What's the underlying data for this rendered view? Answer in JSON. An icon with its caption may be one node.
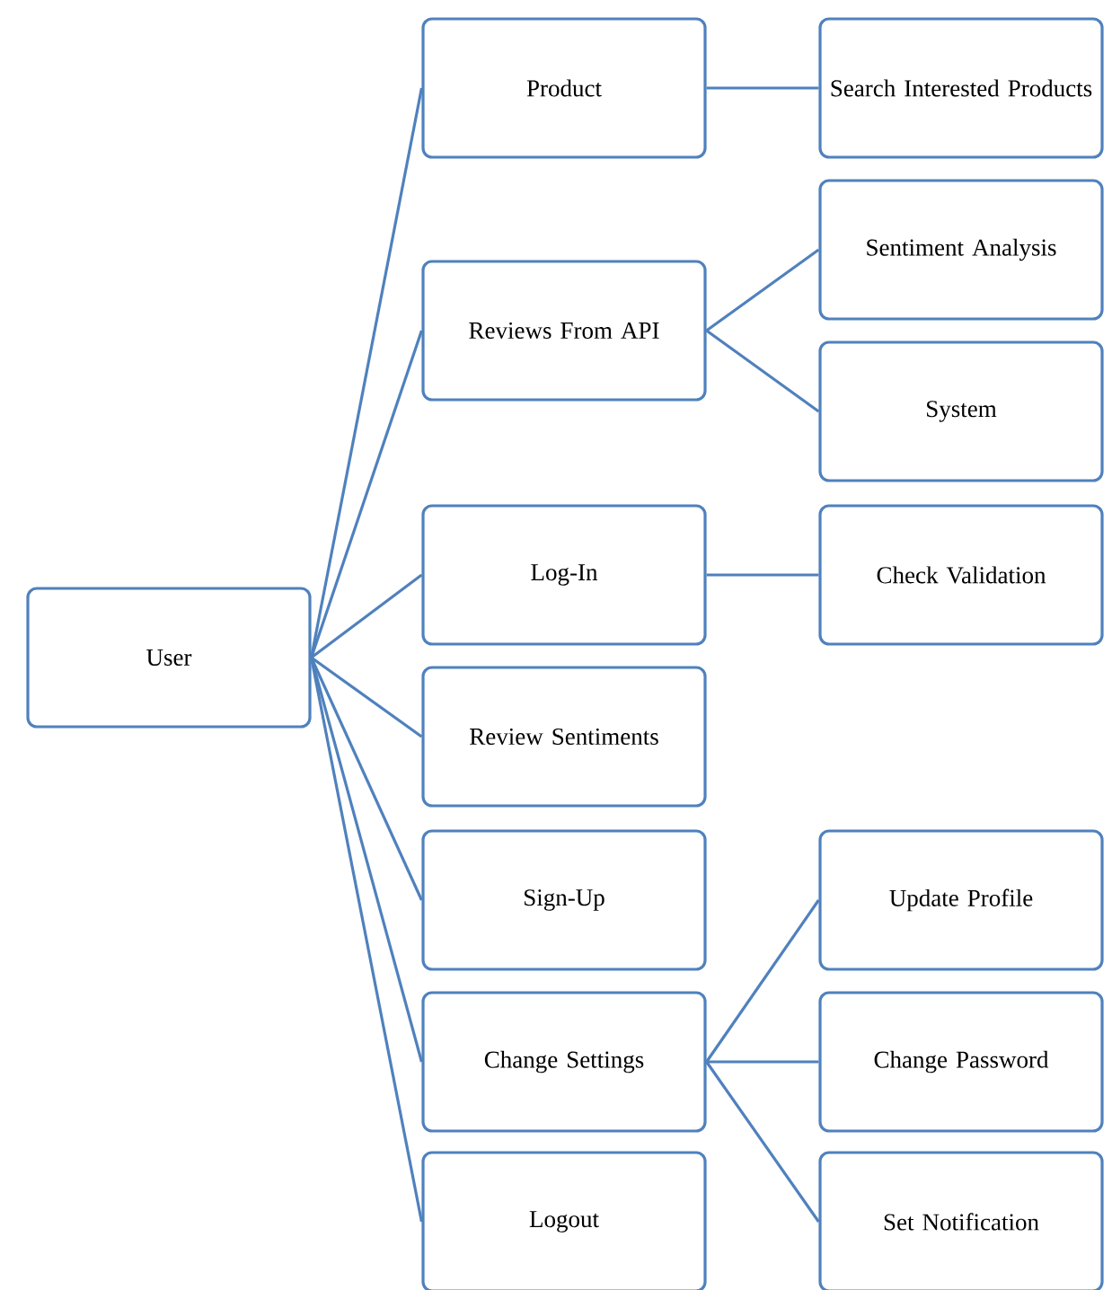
{
  "diagram": {
    "nodes": [
      {
        "text": [
          "User"
        ]
      },
      {
        "text": [
          "Product"
        ]
      },
      {
        "text": [
          "Reviews From API"
        ]
      },
      {
        "text": [
          "Log-In"
        ]
      },
      {
        "text": [
          "Review Sentiments"
        ]
      },
      {
        "text": [
          "Sign-Up"
        ]
      },
      {
        "text": [
          "Change Settings"
        ]
      },
      {
        "text": [
          "Logout"
        ]
      },
      {
        "text": [
          "Search Interested Products"
        ]
      },
      {
        "text": [
          "Sentiment Analysis"
        ]
      },
      {
        "text": [
          "System"
        ]
      },
      {
        "text": [
          "Check Validation"
        ]
      },
      {
        "text": [
          "Update Profile"
        ]
      },
      {
        "text": [
          "Change Password"
        ]
      },
      {
        "text": [
          "Set Notification"
        ]
      }
    ],
    "edges": [
      {
        "from": 0,
        "to": 1,
        "arrow": "none"
      },
      {
        "from": 0,
        "to": 2,
        "arrow": "none"
      },
      {
        "from": 0,
        "to": 3,
        "arrow": "none"
      },
      {
        "from": 0,
        "to": 4,
        "arrow": "none"
      },
      {
        "from": 0,
        "to": 5,
        "arrow": "none"
      },
      {
        "from": 0,
        "to": 6,
        "arrow": "none"
      },
      {
        "from": 0,
        "to": 7,
        "arrow": "none"
      },
      {
        "from": 1,
        "to": 8,
        "arrow": "none"
      },
      {
        "from": 2,
        "to": 9,
        "arrow": "none"
      },
      {
        "from": 2,
        "to": 10,
        "arrow": "none"
      },
      {
        "from": 3,
        "to": 11,
        "arrow": "none"
      },
      {
        "from": 6,
        "to": 12,
        "arrow": "none"
      },
      {
        "from": 6,
        "to": 13,
        "arrow": "none"
      },
      {
        "from": 6,
        "to": 14,
        "arrow": "none"
      }
    ]
  }
}
